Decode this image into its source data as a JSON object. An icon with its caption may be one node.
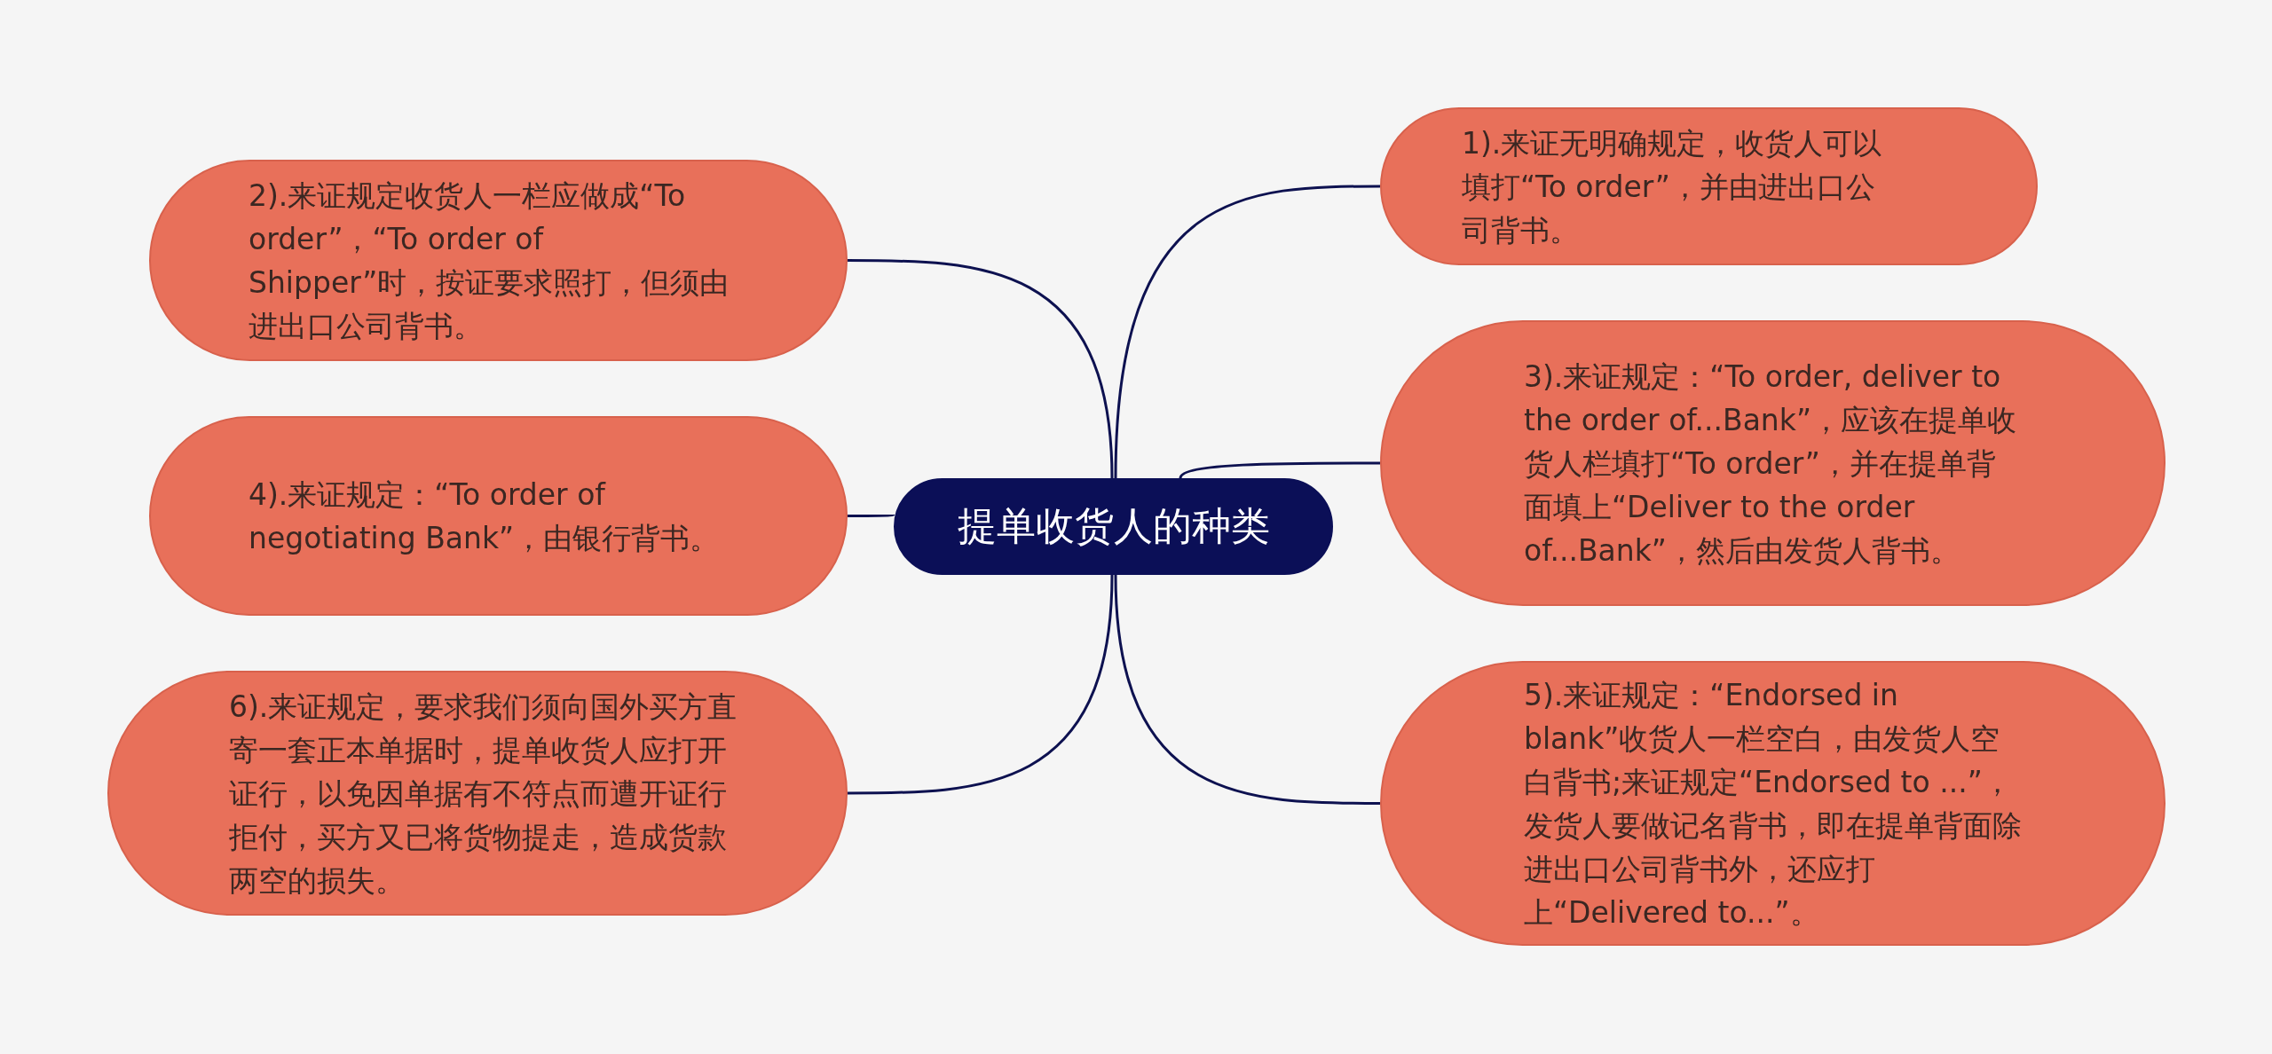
{
  "diagram": {
    "nodes": [
      {
        "text": [
          "提单收货人的种类"
        ]
      },
      {
        "text": [
          "1).来证无明确规定，收货人可以填打“To order”，并由进出口公司背书。"
        ]
      },
      {
        "text": [
          "2).来证规定收货人一栏应做成“To order”，“To order of Shipper”时，按证要求照打，但须由进出口公司背书。"
        ]
      },
      {
        "text": [
          "3).来证规定：“To order, deliver to the order of...Bank”，应该在提单收货人栏填打“To order”，并在提单背面填上“Deliver to the order of...Bank”，然后由发货人背书。"
        ]
      },
      {
        "text": [
          "4).来证规定：“To order of negotiating Bank”，由银行背书。"
        ]
      },
      {
        "text": [
          "5).来证规定：“Endorsed in blank”收货人一栏空白，由发货人空白背书;来证规定“Endorsed to ...”，发货人要做记名背书，即在提单背面除进出口公司背书外，还应打上“Delivered to...”。"
        ]
      },
      {
        "text": [
          "6).来证规定，要求我们须向国外买方直寄一套正本单据时，提单收货人应打开证行，以免因单据有不符点而遭开证行拒付，买方又已将货物提走，造成货款两空的损失。"
        ]
      }
    ],
    "edges": [
      {
        "from": 0,
        "to": 1,
        "arrow": "none"
      },
      {
        "from": 0,
        "to": 2,
        "arrow": "none"
      },
      {
        "from": 0,
        "to": 3,
        "arrow": "none"
      },
      {
        "from": 0,
        "to": 4,
        "arrow": "none"
      },
      {
        "from": 0,
        "to": 5,
        "arrow": "none"
      },
      {
        "from": 0,
        "to": 6,
        "arrow": "none"
      }
    ]
  }
}
